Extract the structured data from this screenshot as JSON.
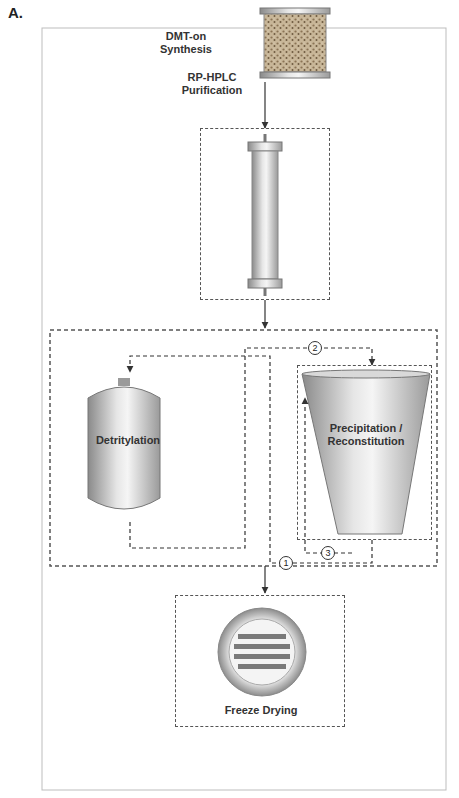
{
  "diagram": {
    "nodes": [
      {
        "text": [
          "DMT-on Synthesis"
        ]
      },
      {
        "text": [
          "RP-HPLC Purification"
        ]
      },
      {
        "text": [
          "Detritylation"
        ]
      },
      {
        "text": [
          "Precipitation / Reconstitution"
        ]
      },
      {
        "text": [
          "Freeze Drying"
        ]
      }
    ],
    "edges": [
      {
        "from": 0,
        "to": 1,
        "arrow": "to"
      },
      {
        "from": 2,
        "to": 3,
        "arrow": "to",
        "label": "2"
      },
      {
        "from": 3,
        "to": 2,
        "arrow": "to",
        "label": "1"
      }
    ],
    "labels": [
      "A.",
      "3"
    ]
  }
}
